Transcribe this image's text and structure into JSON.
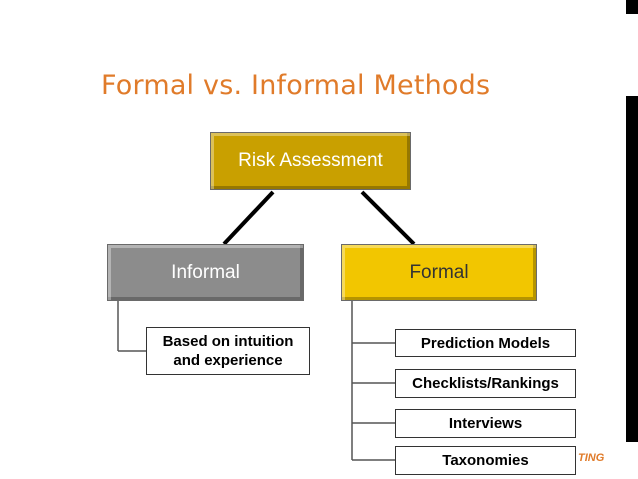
{
  "slide": {
    "title": "Formal vs. Informal Methods",
    "footer_fragment": "TING"
  },
  "diagram": {
    "root": {
      "label": "Risk Assessment",
      "color": "#C9A000"
    },
    "informal": {
      "label": "Informal",
      "color": "#8C8C8C"
    },
    "formal": {
      "label": "Formal",
      "color": "#F2C600"
    },
    "informal_items": [
      {
        "label": "Based on intuition\nand experience"
      }
    ],
    "formal_items": [
      {
        "label": "Prediction Models"
      },
      {
        "label": "Checklists/Rankings"
      },
      {
        "label": "Interviews"
      },
      {
        "label": "Taxonomies"
      }
    ]
  },
  "colors": {
    "title": "#E07B2A",
    "edge_bar": "#000000",
    "connector": "#000000"
  }
}
